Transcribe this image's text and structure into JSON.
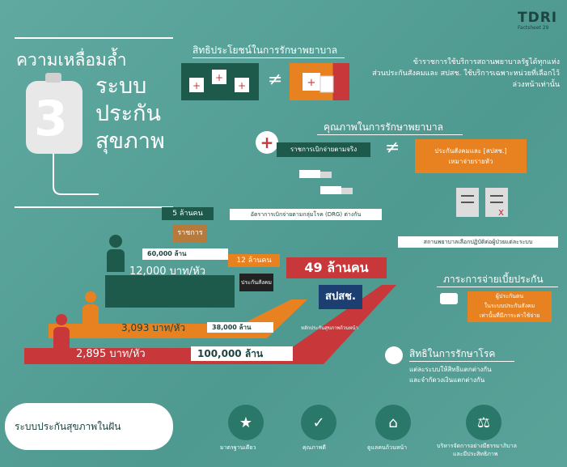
{
  "brand": {
    "logo": "TDRI",
    "sub": "Factsheet 29"
  },
  "title": {
    "line1": "ความเหลื่อมล้ำ",
    "number": "3",
    "line2": "ระบบ",
    "line3": "ประกัน",
    "line4": "สุขภาพ"
  },
  "benefits": {
    "heading": "สิทธิประโยชน์ในการรักษาพยาบาล",
    "neq": "≠",
    "desc": [
      "ข้าราชการใช้บริการสถานพยาบาลรัฐได้ทุกแห่ง",
      "ส่วนประกันสังคมและ สปสช. ใช้บริการเฉพาะหน่วยที่เลือกไว้",
      "ล่วงหน้าเท่านั้น"
    ]
  },
  "quality": {
    "heading": "คุณภาพในการรักษาพยาบาล",
    "box_left": "ราชการเบิกจ่ายตามจริง",
    "neq": "≠",
    "box_right_1": "ประกันสังคมและ [สปสช.]",
    "box_right_2": "เหมาจ่ายรายหัว",
    "drg": "อัตราการเบิกจ่ายตามกลุ่มโรค (DRG) ต่างกัน",
    "hospital_note": "สถานพยาบาลเลือกปฏิบัติต่อผู้ป่วยแต่ละระบบ"
  },
  "chart": {
    "civil": {
      "people": "5 ล้านคน",
      "label": "ราชการ",
      "budget": "60,000 ล้าน",
      "per_head": "12,000 บาท/หัว"
    },
    "social": {
      "people": "12 ล้านคน",
      "label": "ประกันสังคม",
      "budget": "38,000 ล้าน",
      "per_head": "3,093 บาท/หัว"
    },
    "uc": {
      "people": "49 ล้านคน",
      "label": "สปสช.",
      "sub": "หลักประกันสุขภาพถ้วนหน้า",
      "budget": "100,000 ล้าน",
      "per_head": "2,895 บาท/หัว"
    }
  },
  "burden": {
    "heading": "ภาระการจ่ายเบี้ยประกัน",
    "lines": [
      "ผู้ประกันตน",
      "ในระบบประกันสังคม",
      "เท่านั้นที่มีภาระค่าใช้จ่าย"
    ]
  },
  "rights": {
    "heading": "สิทธิในการรักษาโรค",
    "lines": [
      "แต่ละระบบให้สิทธิแตกต่างกัน",
      "และจำกัดวงเงินแตกต่างกัน"
    ]
  },
  "ideal": {
    "cloud": "ระบบประกันสุขภาพในฝัน",
    "items": [
      "มาตรฐานเดียว",
      "คุณภาพดี",
      "ดูแลคนถ้วนหน้า",
      "บริหารจัดการอย่างมีธรรมาภิบาล",
      "และมีประสิทธิภาพ"
    ]
  },
  "colors": {
    "civil": "#1e5a4c",
    "social": "#e8811f",
    "uc": "#c8373a",
    "bg": "#5aa39a"
  }
}
